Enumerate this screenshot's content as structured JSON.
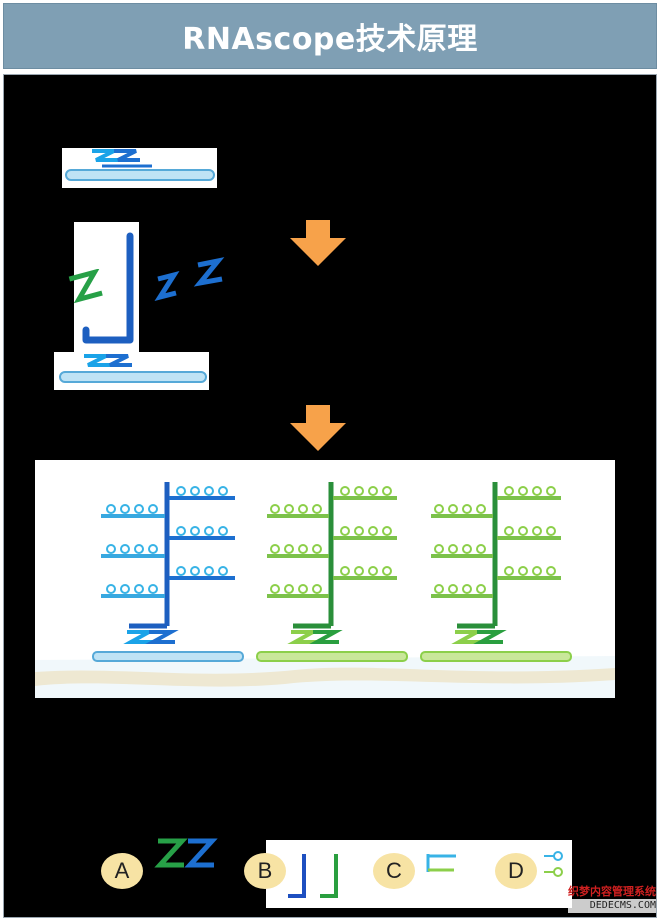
{
  "title": "RNAscope技术原理",
  "legend": {
    "items": [
      {
        "letter": "A"
      },
      {
        "letter": "B"
      },
      {
        "letter": "C"
      },
      {
        "letter": "D"
      }
    ]
  },
  "watermark": {
    "line1": "织梦内容管理系统",
    "line2": "DEDECMS.COM"
  },
  "colors": {
    "title_bar": "#7f9fb4",
    "blue_probe": "#1d6fd0",
    "green_probe": "#2a9f3f",
    "light_blue": "#38b3e6",
    "light_green": "#8ccf4a",
    "arrow_orange": "#f7a24a",
    "background": "#000000"
  },
  "icons": [
    "down-arrow-icon",
    "zz-probe-icon",
    "z-probe-icon",
    "l-preamplifier-icon",
    "amplifier-icon",
    "label-probe-icon"
  ]
}
